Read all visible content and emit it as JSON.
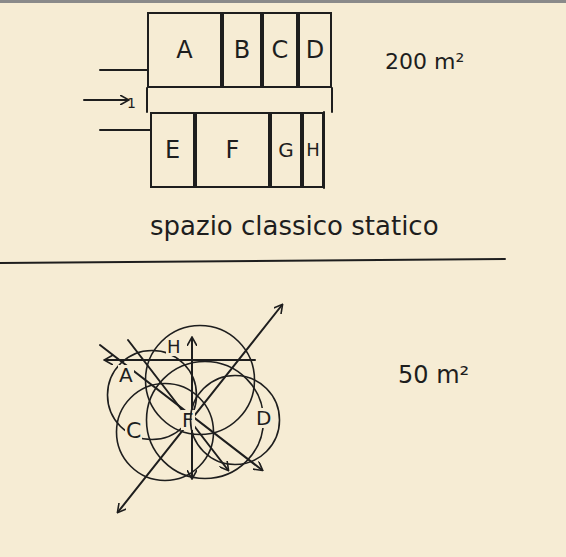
{
  "diagram": {
    "nodes": [
      {
        "text": [
          "A"
        ]
      },
      {
        "text": [
          "B"
        ]
      },
      {
        "text": [
          "C"
        ]
      },
      {
        "text": [
          "D"
        ]
      },
      {
        "text": [
          "E"
        ]
      },
      {
        "text": [
          "F"
        ]
      },
      {
        "text": [
          "G"
        ]
      },
      {
        "text": [
          "H"
        ]
      },
      {
        "text": [
          "A"
        ]
      },
      {
        "text": [
          "H"
        ]
      },
      {
        "text": [
          "C"
        ]
      },
      {
        "text": [
          "F"
        ]
      },
      {
        "text": [
          "D"
        ]
      }
    ],
    "labels": [
      "1",
      "200 m²",
      "spazio classico statico",
      "50 m²"
    ]
  }
}
